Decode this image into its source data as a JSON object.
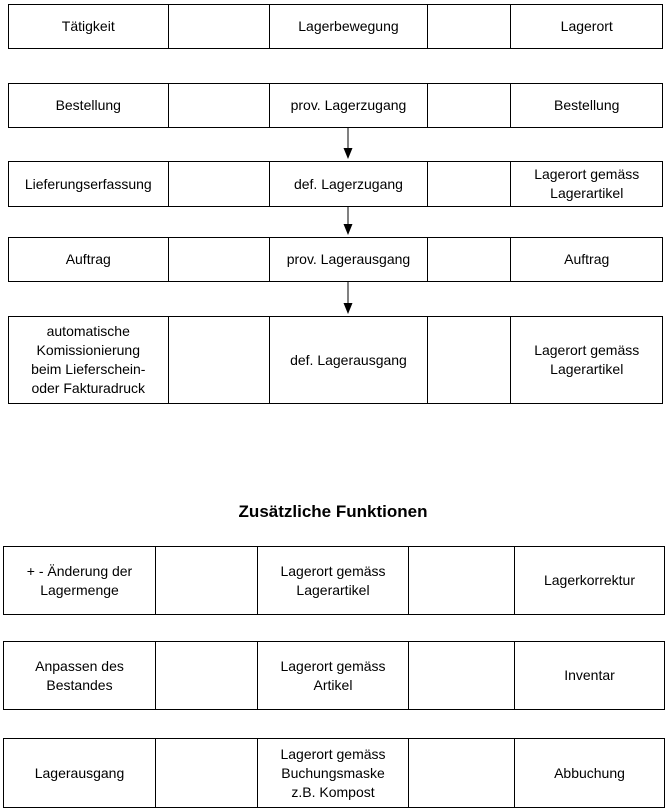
{
  "flow": {
    "rows": [
      {
        "activity": "Tätigkeit",
        "movement": "Lagerbewegung",
        "location": "Lagerort"
      },
      {
        "activity": "Bestellung",
        "movement": "prov. Lagerzugang",
        "location": "Bestellung"
      },
      {
        "activity": "Lieferungserfassung",
        "movement": "def. Lagerzugang",
        "location": "Lagerort gemäss\nLagerartikel"
      },
      {
        "activity": "Auftrag",
        "movement": "prov. Lagerausgang",
        "location": "Auftrag"
      },
      {
        "activity": "automatische\nKomissionierung\nbeim Lieferschein-\noder Fakturadruck",
        "movement": "def. Lagerausgang",
        "location": "Lagerort gemäss\nLagerartikel"
      }
    ]
  },
  "extra": {
    "title": "Zusätzliche Funktionen",
    "rows": [
      {
        "c1": "+ - Änderung der\nLagermenge",
        "c2": "Lagerort gemäss\nLagerartikel",
        "c3": "Lagerkorrektur"
      },
      {
        "c1": "Anpassen des\nBestandes",
        "c2": "Lagerort gemäss\nArtikel",
        "c3": "Inventar"
      },
      {
        "c1": "Lagerausgang",
        "c2": "Lagerort gemäss\nBuchungsmaske\nz.B. Kompost",
        "c3": "Abbuchung"
      }
    ]
  }
}
